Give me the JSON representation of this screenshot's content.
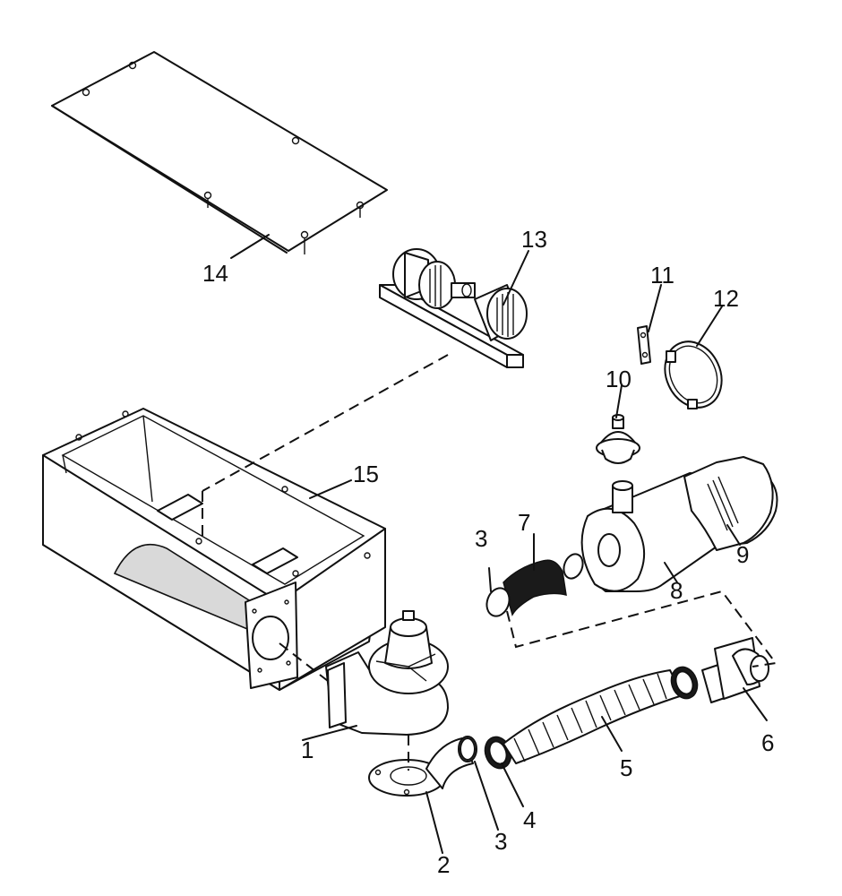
{
  "labels": {
    "p1": "1",
    "p2": "2",
    "p3a": "3",
    "p3b": "3",
    "p4": "4",
    "p5": "5",
    "p6": "6",
    "p7": "7",
    "p8": "8",
    "p9": "9",
    "p10": "10",
    "p11": "11",
    "p12": "12",
    "p13": "13",
    "p14": "14",
    "p15": "15"
  }
}
